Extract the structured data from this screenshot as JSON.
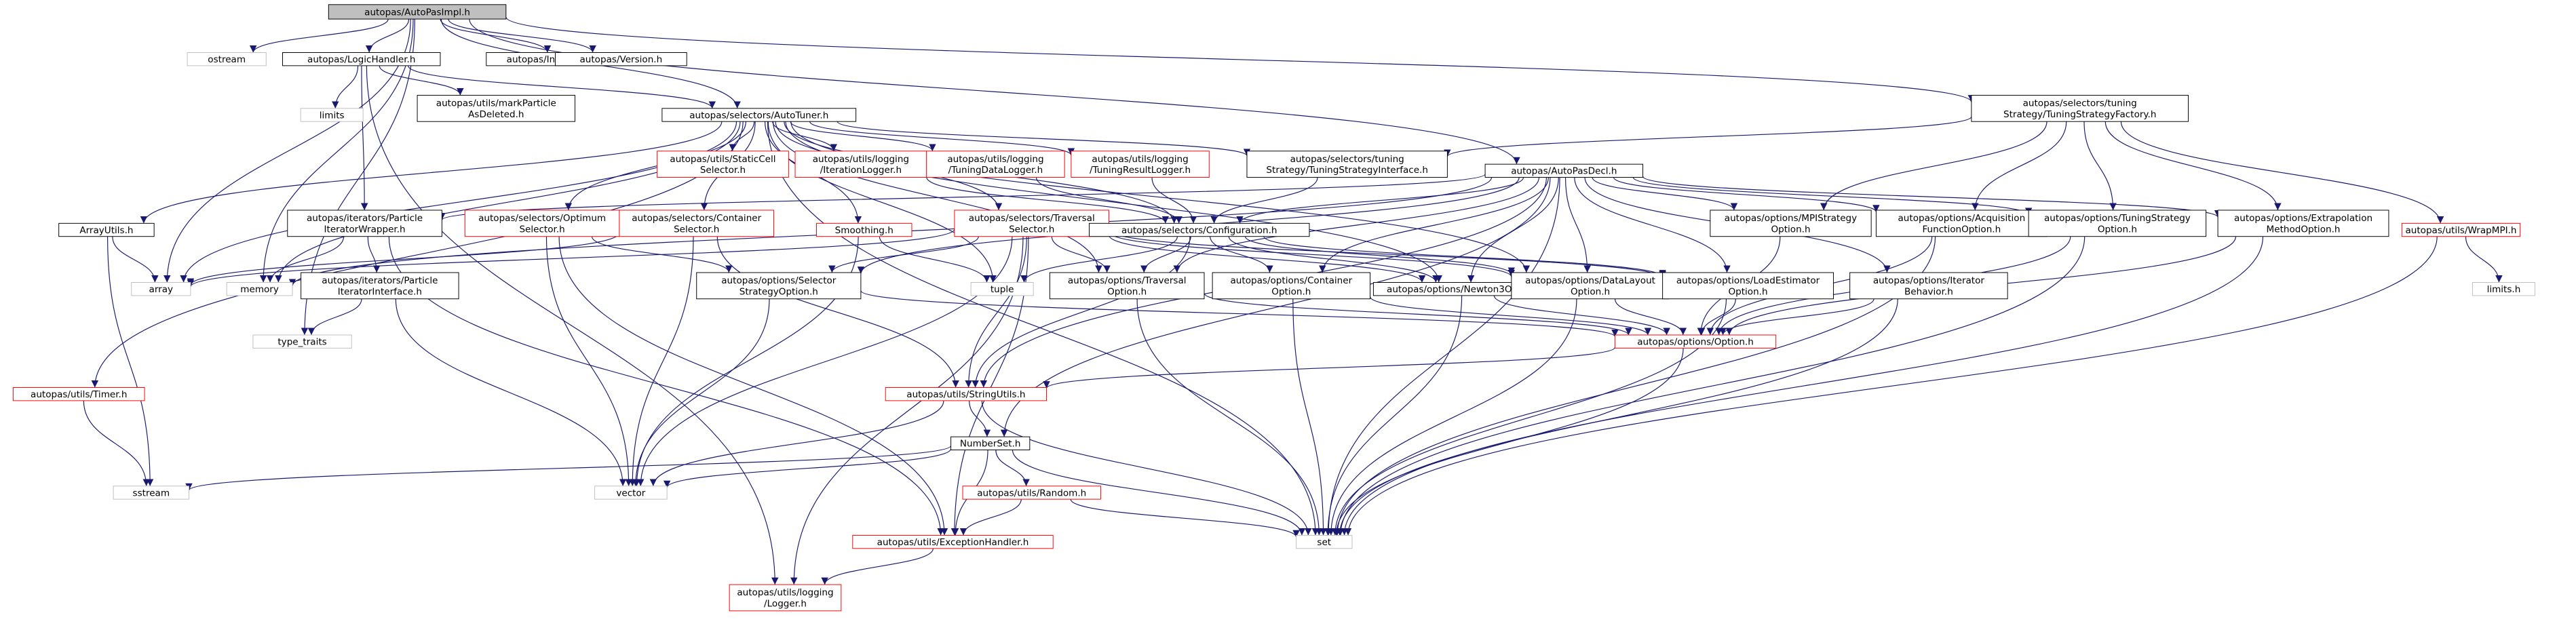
{
  "colors": {
    "edge": "#191970",
    "box_border": "#000000",
    "root_fill": "#bfbfbf",
    "node_fill": "#ffffff",
    "red_border": "#ff0000",
    "sys_border": "#bfbfbf"
  },
  "nodes": [
    {
      "id": "autopasimpl",
      "label": [
        "autopas/AutoPasImpl.h"
      ],
      "style": "root"
    },
    {
      "id": "ostream",
      "label": [
        "ostream"
      ],
      "style": "sys"
    },
    {
      "id": "logichandler",
      "label": [
        "autopas/LogicHandler.h"
      ],
      "style": "black"
    },
    {
      "id": "instancecounter",
      "label": [
        "autopas/InstanceCounter.h"
      ],
      "style": "black"
    },
    {
      "id": "version",
      "label": [
        "autopas/Version.h"
      ],
      "style": "black"
    },
    {
      "id": "ttsfactory",
      "label": [
        "autopas/selectors/tuning",
        "Strategy/TuningStrategyFactory.h"
      ],
      "style": "black"
    },
    {
      "id": "limits",
      "label": [
        "limits"
      ],
      "style": "sys"
    },
    {
      "id": "markparticle",
      "label": [
        "autopas/utils/markParticle",
        "AsDeleted.h"
      ],
      "style": "black"
    },
    {
      "id": "autotuner",
      "label": [
        "autopas/selectors/AutoTuner.h"
      ],
      "style": "black"
    },
    {
      "id": "staticcell",
      "label": [
        "autopas/utils/StaticCell",
        "Selector.h"
      ],
      "style": "red"
    },
    {
      "id": "iterlogger",
      "label": [
        "autopas/utils/logging",
        "/IterationLogger.h"
      ],
      "style": "red"
    },
    {
      "id": "tuningdatalogger",
      "label": [
        "autopas/utils/logging",
        "/TuningDataLogger.h"
      ],
      "style": "red"
    },
    {
      "id": "tuningresultlogger",
      "label": [
        "autopas/utils/logging",
        "/TuningResultLogger.h"
      ],
      "style": "red"
    },
    {
      "id": "tsinterface",
      "label": [
        "autopas/selectors/tuning",
        "Strategy/TuningStrategyInterface.h"
      ],
      "style": "black"
    },
    {
      "id": "autopasdecl",
      "label": [
        "autopas/AutoPasDecl.h"
      ],
      "style": "black"
    },
    {
      "id": "wrapmpi",
      "label": [
        "autopas/utils/WrapMPI.h"
      ],
      "style": "red"
    },
    {
      "id": "limitsh",
      "label": [
        "limits.h"
      ],
      "style": "sys"
    },
    {
      "id": "arrayutils",
      "label": [
        "ArrayUtils.h"
      ],
      "style": "black"
    },
    {
      "id": "particleiterwrapper",
      "label": [
        "autopas/iterators/Particle",
        "IteratorWrapper.h"
      ],
      "style": "black"
    },
    {
      "id": "optimumselector",
      "label": [
        "autopas/selectors/Optimum",
        "Selector.h"
      ],
      "style": "red"
    },
    {
      "id": "containerselector",
      "label": [
        "autopas/selectors/Container",
        "Selector.h"
      ],
      "style": "red"
    },
    {
      "id": "smoothing",
      "label": [
        "Smoothing.h"
      ],
      "style": "red"
    },
    {
      "id": "traversalselector",
      "label": [
        "autopas/selectors/Traversal",
        "Selector.h"
      ],
      "style": "red"
    },
    {
      "id": "configuration",
      "label": [
        "autopas/selectors/Configuration.h"
      ],
      "style": "black"
    },
    {
      "id": "mpistrategy",
      "label": [
        "autopas/options/MPIStrategy",
        "Option.h"
      ],
      "style": "black"
    },
    {
      "id": "acquisition",
      "label": [
        "autopas/options/Acquisition",
        "FunctionOption.h"
      ],
      "style": "black"
    },
    {
      "id": "tuningstrategyopt",
      "label": [
        "autopas/options/TuningStrategy",
        "Option.h"
      ],
      "style": "black"
    },
    {
      "id": "extrapolation",
      "label": [
        "autopas/options/Extrapolation",
        "MethodOption.h"
      ],
      "style": "black"
    },
    {
      "id": "array",
      "label": [
        "array"
      ],
      "style": "sys"
    },
    {
      "id": "memory",
      "label": [
        "memory"
      ],
      "style": "sys"
    },
    {
      "id": "particleiterinterface",
      "label": [
        "autopas/iterators/Particle",
        "IteratorInterface.h"
      ],
      "style": "black"
    },
    {
      "id": "selectorstrategy",
      "label": [
        "autopas/options/Selector",
        "StrategyOption.h"
      ],
      "style": "black"
    },
    {
      "id": "tuple",
      "label": [
        "tuple"
      ],
      "style": "sys"
    },
    {
      "id": "traversalopt",
      "label": [
        "autopas/options/Traversal",
        "Option.h"
      ],
      "style": "black"
    },
    {
      "id": "containeropt",
      "label": [
        "autopas/options/Container",
        "Option.h"
      ],
      "style": "black"
    },
    {
      "id": "newton3",
      "label": [
        "autopas/options/Newton3Option.h"
      ],
      "style": "black"
    },
    {
      "id": "datalayout",
      "label": [
        "autopas/options/DataLayout",
        "Option.h"
      ],
      "style": "black"
    },
    {
      "id": "loadestimator",
      "label": [
        "autopas/options/LoadEstimator",
        "Option.h"
      ],
      "style": "black"
    },
    {
      "id": "iterbehavior",
      "label": [
        "autopas/options/Iterator",
        "Behavior.h"
      ],
      "style": "black"
    },
    {
      "id": "typetraits",
      "label": [
        "type_traits"
      ],
      "style": "sys"
    },
    {
      "id": "option",
      "label": [
        "autopas/options/Option.h"
      ],
      "style": "red"
    },
    {
      "id": "timer",
      "label": [
        "autopas/utils/Timer.h"
      ],
      "style": "red"
    },
    {
      "id": "stringutils",
      "label": [
        "autopas/utils/StringUtils.h"
      ],
      "style": "red"
    },
    {
      "id": "numberset",
      "label": [
        "NumberSet.h"
      ],
      "style": "black"
    },
    {
      "id": "sstream",
      "label": [
        "sstream"
      ],
      "style": "sys"
    },
    {
      "id": "vector",
      "label": [
        "vector"
      ],
      "style": "sys"
    },
    {
      "id": "random",
      "label": [
        "autopas/utils/Random.h"
      ],
      "style": "red"
    },
    {
      "id": "set",
      "label": [
        "set"
      ],
      "style": "sys"
    },
    {
      "id": "exceptionhandler",
      "label": [
        "autopas/utils/ExceptionHandler.h"
      ],
      "style": "red"
    },
    {
      "id": "logger",
      "label": [
        "autopas/utils/logging",
        "/Logger.h"
      ],
      "style": "red"
    }
  ],
  "edges": [
    [
      "autopasimpl",
      "ostream"
    ],
    [
      "autopasimpl",
      "logichandler"
    ],
    [
      "autopasimpl",
      "instancecounter"
    ],
    [
      "autopasimpl",
      "version"
    ],
    [
      "autopasimpl",
      "autotuner"
    ],
    [
      "autopasimpl",
      "ttsfactory"
    ],
    [
      "autopasimpl",
      "array"
    ],
    [
      "autopasimpl",
      "memory"
    ],
    [
      "autopasimpl",
      "typetraits"
    ],
    [
      "autopasimpl",
      "autopasdecl"
    ],
    [
      "logichandler",
      "limits"
    ],
    [
      "logichandler",
      "markparticle"
    ],
    [
      "logichandler",
      "autotuner"
    ],
    [
      "logichandler",
      "particleiterwrapper"
    ],
    [
      "logichandler",
      "logger"
    ],
    [
      "ttsfactory",
      "tsinterface"
    ],
    [
      "ttsfactory",
      "mpistrategy"
    ],
    [
      "ttsfactory",
      "acquisition"
    ],
    [
      "ttsfactory",
      "tuningstrategyopt"
    ],
    [
      "ttsfactory",
      "extrapolation"
    ],
    [
      "ttsfactory",
      "wrapmpi"
    ],
    [
      "autotuner",
      "arrayutils"
    ],
    [
      "autotuner",
      "timer"
    ],
    [
      "autotuner",
      "array"
    ],
    [
      "autotuner",
      "memory"
    ],
    [
      "autotuner",
      "optimumselector"
    ],
    [
      "autotuner",
      "containerselector"
    ],
    [
      "autotuner",
      "smoothing"
    ],
    [
      "autotuner",
      "traversalselector"
    ],
    [
      "autotuner",
      "staticcell"
    ],
    [
      "autotuner",
      "iterlogger"
    ],
    [
      "autotuner",
      "tuningdatalogger"
    ],
    [
      "autotuner",
      "tuningresultlogger"
    ],
    [
      "autotuner",
      "tsinterface"
    ],
    [
      "autotuner",
      "configuration"
    ],
    [
      "autotuner",
      "newton3"
    ],
    [
      "autotuner",
      "datalayout"
    ],
    [
      "autotuner",
      "traversalopt"
    ],
    [
      "autotuner",
      "set"
    ],
    [
      "autotuner",
      "tuple"
    ],
    [
      "iterlogger",
      "configuration"
    ],
    [
      "tuningdatalogger",
      "configuration"
    ],
    [
      "tuningresultlogger",
      "configuration"
    ],
    [
      "tsinterface",
      "configuration"
    ],
    [
      "autopasdecl",
      "particleiterwrapper"
    ],
    [
      "autopasdecl",
      "memory"
    ],
    [
      "autopasdecl",
      "configuration"
    ],
    [
      "autopasdecl",
      "mpistrategy"
    ],
    [
      "autopasdecl",
      "acquisition"
    ],
    [
      "autopasdecl",
      "tuningstrategyopt"
    ],
    [
      "autopasdecl",
      "extrapolation"
    ],
    [
      "autopasdecl",
      "selectorstrategy"
    ],
    [
      "autopasdecl",
      "traversalopt"
    ],
    [
      "autopasdecl",
      "containeropt"
    ],
    [
      "autopasdecl",
      "newton3"
    ],
    [
      "autopasdecl",
      "datalayout"
    ],
    [
      "autopasdecl",
      "loadestimator"
    ],
    [
      "autopasdecl",
      "iterbehavior"
    ],
    [
      "autopasdecl",
      "numberset"
    ],
    [
      "autopasdecl",
      "set"
    ],
    [
      "autopasdecl",
      "stringutils"
    ],
    [
      "wrapmpi",
      "limitsh"
    ],
    [
      "wrapmpi",
      "set"
    ],
    [
      "arrayutils",
      "array"
    ],
    [
      "arrayutils",
      "sstream"
    ],
    [
      "particleiterwrapper",
      "particleiterinterface"
    ],
    [
      "particleiterwrapper",
      "memory"
    ],
    [
      "particleiterwrapper",
      "exceptionhandler"
    ],
    [
      "particleiterinterface",
      "typetraits"
    ],
    [
      "particleiterinterface",
      "vector"
    ],
    [
      "optimumselector",
      "selectorstrategy"
    ],
    [
      "optimumselector",
      "vector"
    ],
    [
      "optimumselector",
      "exceptionhandler"
    ],
    [
      "containerselector",
      "array"
    ],
    [
      "containerselector",
      "vector"
    ],
    [
      "containerselector",
      "stringutils"
    ],
    [
      "smoothing",
      "vector"
    ],
    [
      "smoothing",
      "tuple"
    ],
    [
      "traversalselector",
      "array"
    ],
    [
      "traversalselector",
      "selectorstrategy"
    ],
    [
      "traversalselector",
      "traversalopt"
    ],
    [
      "traversalselector",
      "newton3"
    ],
    [
      "traversalselector",
      "datalayout"
    ],
    [
      "traversalselector",
      "loadestimator"
    ],
    [
      "traversalselector",
      "stringutils"
    ],
    [
      "traversalselector",
      "exceptionhandler"
    ],
    [
      "traversalselector",
      "logger"
    ],
    [
      "traversalselector",
      "vector"
    ],
    [
      "configuration",
      "tuple"
    ],
    [
      "configuration",
      "traversalopt"
    ],
    [
      "configuration",
      "containeropt"
    ],
    [
      "configuration",
      "newton3"
    ],
    [
      "configuration",
      "datalayout"
    ],
    [
      "configuration",
      "loadestimator"
    ],
    [
      "configuration",
      "stringutils"
    ],
    [
      "mpistrategy",
      "option"
    ],
    [
      "acquisition",
      "option"
    ],
    [
      "tuningstrategyopt",
      "option"
    ],
    [
      "extrapolation",
      "option"
    ],
    [
      "acquisition",
      "set"
    ],
    [
      "tuningstrategyopt",
      "set"
    ],
    [
      "extrapolation",
      "set"
    ],
    [
      "selectorstrategy",
      "option"
    ],
    [
      "selectorstrategy",
      "vector"
    ],
    [
      "traversalopt",
      "option"
    ],
    [
      "traversalopt",
      "set"
    ],
    [
      "containeropt",
      "option"
    ],
    [
      "containeropt",
      "set"
    ],
    [
      "newton3",
      "option"
    ],
    [
      "newton3",
      "set"
    ],
    [
      "datalayout",
      "option"
    ],
    [
      "datalayout",
      "set"
    ],
    [
      "loadestimator",
      "option"
    ],
    [
      "loadestimator",
      "set"
    ],
    [
      "iterbehavior",
      "option"
    ],
    [
      "iterbehavior",
      "set"
    ],
    [
      "option",
      "stringutils"
    ],
    [
      "option",
      "set"
    ],
    [
      "timer",
      "sstream"
    ],
    [
      "stringutils",
      "numberset"
    ],
    [
      "stringutils",
      "vector"
    ],
    [
      "stringutils",
      "set"
    ],
    [
      "numberset",
      "sstream"
    ],
    [
      "numberset",
      "vector"
    ],
    [
      "numberset",
      "random"
    ],
    [
      "numberset",
      "set"
    ],
    [
      "numberset",
      "exceptionhandler"
    ],
    [
      "random",
      "exceptionhandler"
    ],
    [
      "random",
      "set"
    ],
    [
      "exceptionhandler",
      "logger"
    ]
  ]
}
